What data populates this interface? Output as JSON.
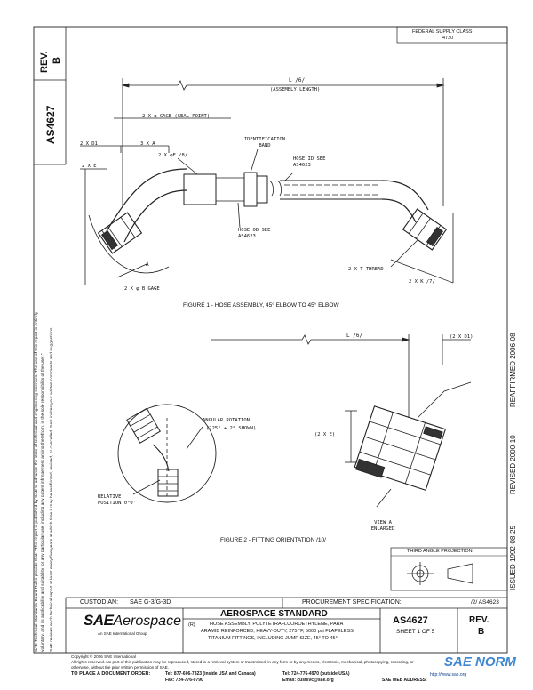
{
  "header": {
    "supply_class_label": "FEDERAL SUPPLY CLASS",
    "supply_class_value": "4720"
  },
  "side": {
    "rev_label": "REV.",
    "rev_value": "B",
    "doc_number": "AS4627",
    "disclaimer_1": "SAE Technical Standards Board Rules provide that: \"This report is published by SAE to advance the state of technical and engineering sciences. The use of this report is entirely",
    "disclaimer_2": "voluntary, and its applicability and suitability for any particular use, including any patent infringement arising therefrom, is the sole responsibility of the user.\"",
    "disclaimer_3": "SAE reviews each technical report at least every five years at which time it may be reaffirmed, revised, or cancelled. SAE invites your written comments and suggestions.",
    "history_issued": "ISSUED 1992-08-25",
    "history_revised": "REVISED 2000-10",
    "history_reaffirmed": "REAFFIRMED 2006-08"
  },
  "figure1": {
    "length_label": "L /6/",
    "assembly_length": "(ASSEMBLY LENGTH)",
    "gage_seal": "2 X φ GAGE (SEAL POINT)",
    "d1_label": "2 X D1",
    "a_label": "3 X A",
    "f_dia_label": "2 X φF /8/",
    "e_label": "2 X E",
    "ident_band": "IDENTIFICATION BAND",
    "hose_id": "HOSE ID SEE AS4623",
    "hose_od": "HOSE OD SEE AS4623",
    "a_marker": "A",
    "thread_label": "2 X T THREAD",
    "k_label": "2 X K /7/",
    "gage_b": "2 X φ B GAGE",
    "caption": "FIGURE 1 - HOSE ASSEMBLY, 45° ELBOW TO 45° ELBOW"
  },
  "figure2": {
    "length_label": "L /6/",
    "d1_label": "(2 X D1)",
    "e_label": "(2 X E)",
    "angular_rotation": "ANGULAR ROTATION",
    "rotation_value": "(225° ± 2° SHOWN)",
    "relative_position": "RELATIVE POSITION 0°0'",
    "view_a": "VIEW A ENLARGED",
    "caption": "FIGURE 2 - FITTING ORIENTATION /10/"
  },
  "projection": {
    "label": "THIRD ANGLE PROJECTION"
  },
  "title_block": {
    "custodian_label": "CUSTODIAN:",
    "custodian_value": "SAE G-3/G-3D",
    "procurement_label": "PROCUREMENT SPECIFICATION:",
    "procurement_value": "/2/ AS4623",
    "logo_sae": "SAE",
    "logo_aerospace": "Aerospace",
    "logo_sub": "An SAE International Group",
    "standard_title": "AEROSPACE STANDARD",
    "part_title_prefix": "(R)",
    "part_title_1": "HOSE ASSEMBLY, POLYTETRAFLUOROETHYLENE, PARA",
    "part_title_2": "ARAMID REINFORCED, HEAVY-DUTY, 275 °F, 5000 psi FLAPELESS",
    "part_title_3": "TITANIUM FITTINGS, INCLUDING JUMP SIZE, 45° TO 45°",
    "doc_number": "AS4627",
    "sheet": "SHEET 1 OF 5",
    "rev_label": "REV.",
    "rev_value": "B"
  },
  "footer": {
    "copyright": "Copyright © 2006 SAE International",
    "rights": "All rights reserved. No part of this publication may be reproduced, stored in a retrieval system or transmitted, in any form or by any means, electronic, mechanical, photocopying, recording, or",
    "rights_2": "otherwise, without the prior written permission of SAE.",
    "order_label": "TO PLACE A DOCUMENT ORDER:",
    "tel_1": "Tel: 877-606-7323 (inside USA and Canada)",
    "tel_2": "Tel: 724-776-4970 (outside USA)",
    "fax": "Fax: 724-776-0790",
    "email": "Email: custsvc@sae.org",
    "web_label": "SAE WEB ADDRESS:",
    "web": "http://www.sae.org",
    "watermark": "SAE NORM"
  }
}
